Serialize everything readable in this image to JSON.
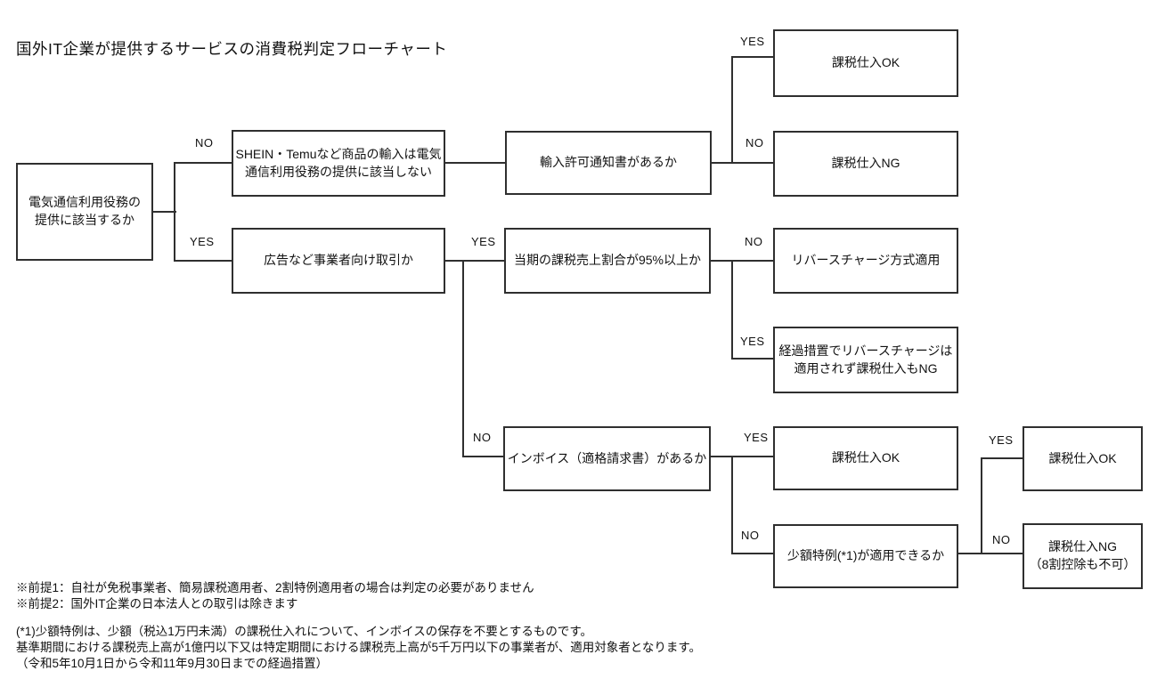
{
  "title": "国外IT企業が提供するサービスの消費税判定フローチャート",
  "nodes": {
    "q_telecom": {
      "text": "電気通信利用役務の\n提供に該当するか"
    },
    "shein_note": {
      "text": "SHEIN・Temuなど商品の輸入は電気\n通信利用役務の提供に該当しない"
    },
    "q_import": {
      "text": "輸入許可通知書があるか"
    },
    "result_ok_1": {
      "text": "課税仕入OK"
    },
    "result_ng_1": {
      "text": "課税仕入NG"
    },
    "q_b2b": {
      "text": "広告など事業者向け取引か"
    },
    "q_ratio": {
      "text": "当期の課税売上割合が95%以上か"
    },
    "result_reverse": {
      "text": "リバースチャージ方式適用"
    },
    "result_transitional": {
      "text": "経過措置でリバースチャージは\n適用されず課税仕入もNG"
    },
    "q_invoice": {
      "text": "インボイス（適格請求書）があるか"
    },
    "result_ok_2": {
      "text": "課税仕入OK"
    },
    "q_small": {
      "text": "少額特例(*1)が適用できるか"
    },
    "result_ok_3": {
      "text": "課税仕入OK"
    },
    "result_ng_2": {
      "text": "課税仕入NG\n（8割控除も不可）"
    }
  },
  "labels": [
    "NO",
    "YES",
    "YES",
    "NO",
    "YES",
    "NO",
    "YES",
    "NO",
    "YES",
    "NO",
    "YES",
    "NO"
  ],
  "notes": [
    "※前提1：自社が免税事業者、簡易課税適用者、2割特例適用者の場合は判定の必要がありません",
    "※前提2：国外IT企業の日本法人との取引は除きます",
    "(*1)少額特例は、少額（税込1万円未満）の課税仕入れについて、インボイスの保存を不要とするものです。",
    "基準期間における課税売上高が1億円以下又は特定期間における課税売上高が5千万円以下の事業者が、適用対象者となります。",
    "（令和5年10月1日から令和11年9月30日までの経過措置）"
  ],
  "colors": {
    "line": "#2f2f2f",
    "background": "#ffffff",
    "text": "#111111"
  }
}
